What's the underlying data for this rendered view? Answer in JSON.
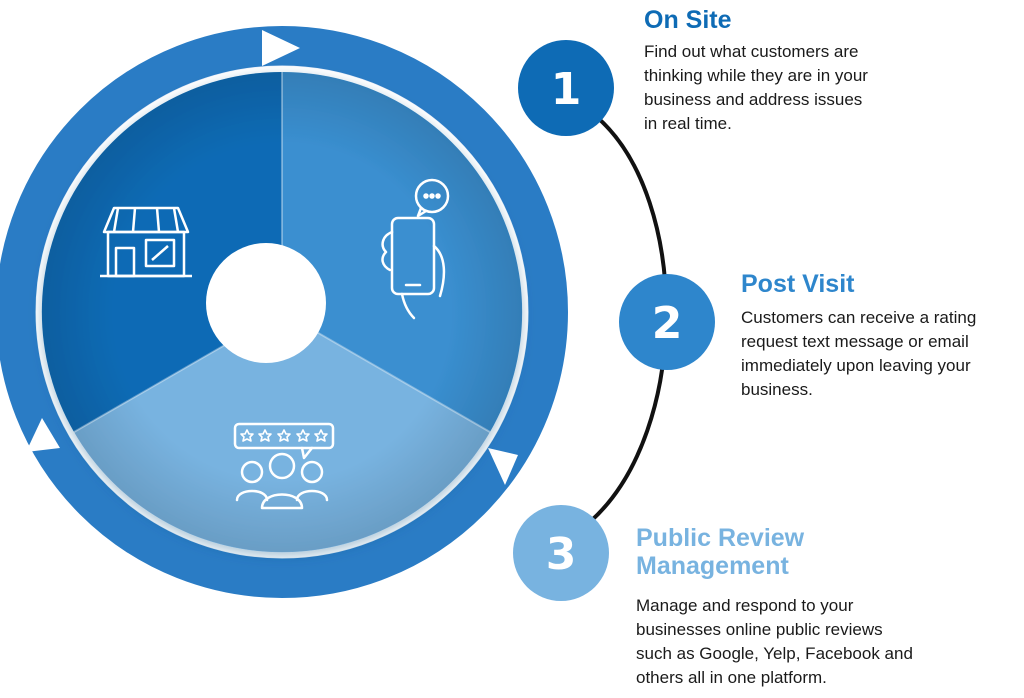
{
  "colors": {
    "dark_blue": "#0E6BB5",
    "mid_blue": "#3A8FD0",
    "light_blue": "#78B3E0",
    "ring_blue": "#2A7CC5"
  },
  "cycle_icons": [
    "storefront-icon",
    "phone-chat-icon",
    "group-review-stars-icon"
  ],
  "steps": [
    {
      "number": "1",
      "title": "On Site",
      "desc_lines": [
        "Find out what customers are",
        "thinking while they are in your",
        "business and address issues",
        "in real time."
      ]
    },
    {
      "number": "2",
      "title": "Post Visit",
      "desc_lines": [
        "Customers can receive a rating",
        "request text message or email",
        "immediately upon leaving your",
        "business."
      ]
    },
    {
      "number": "3",
      "title_lines": [
        "Public Review",
        "Management"
      ],
      "desc_lines": [
        "Manage and respond to your",
        "businesses online public reviews",
        "such as Google, Yelp, Facebook and",
        "others all in one platform."
      ]
    }
  ]
}
